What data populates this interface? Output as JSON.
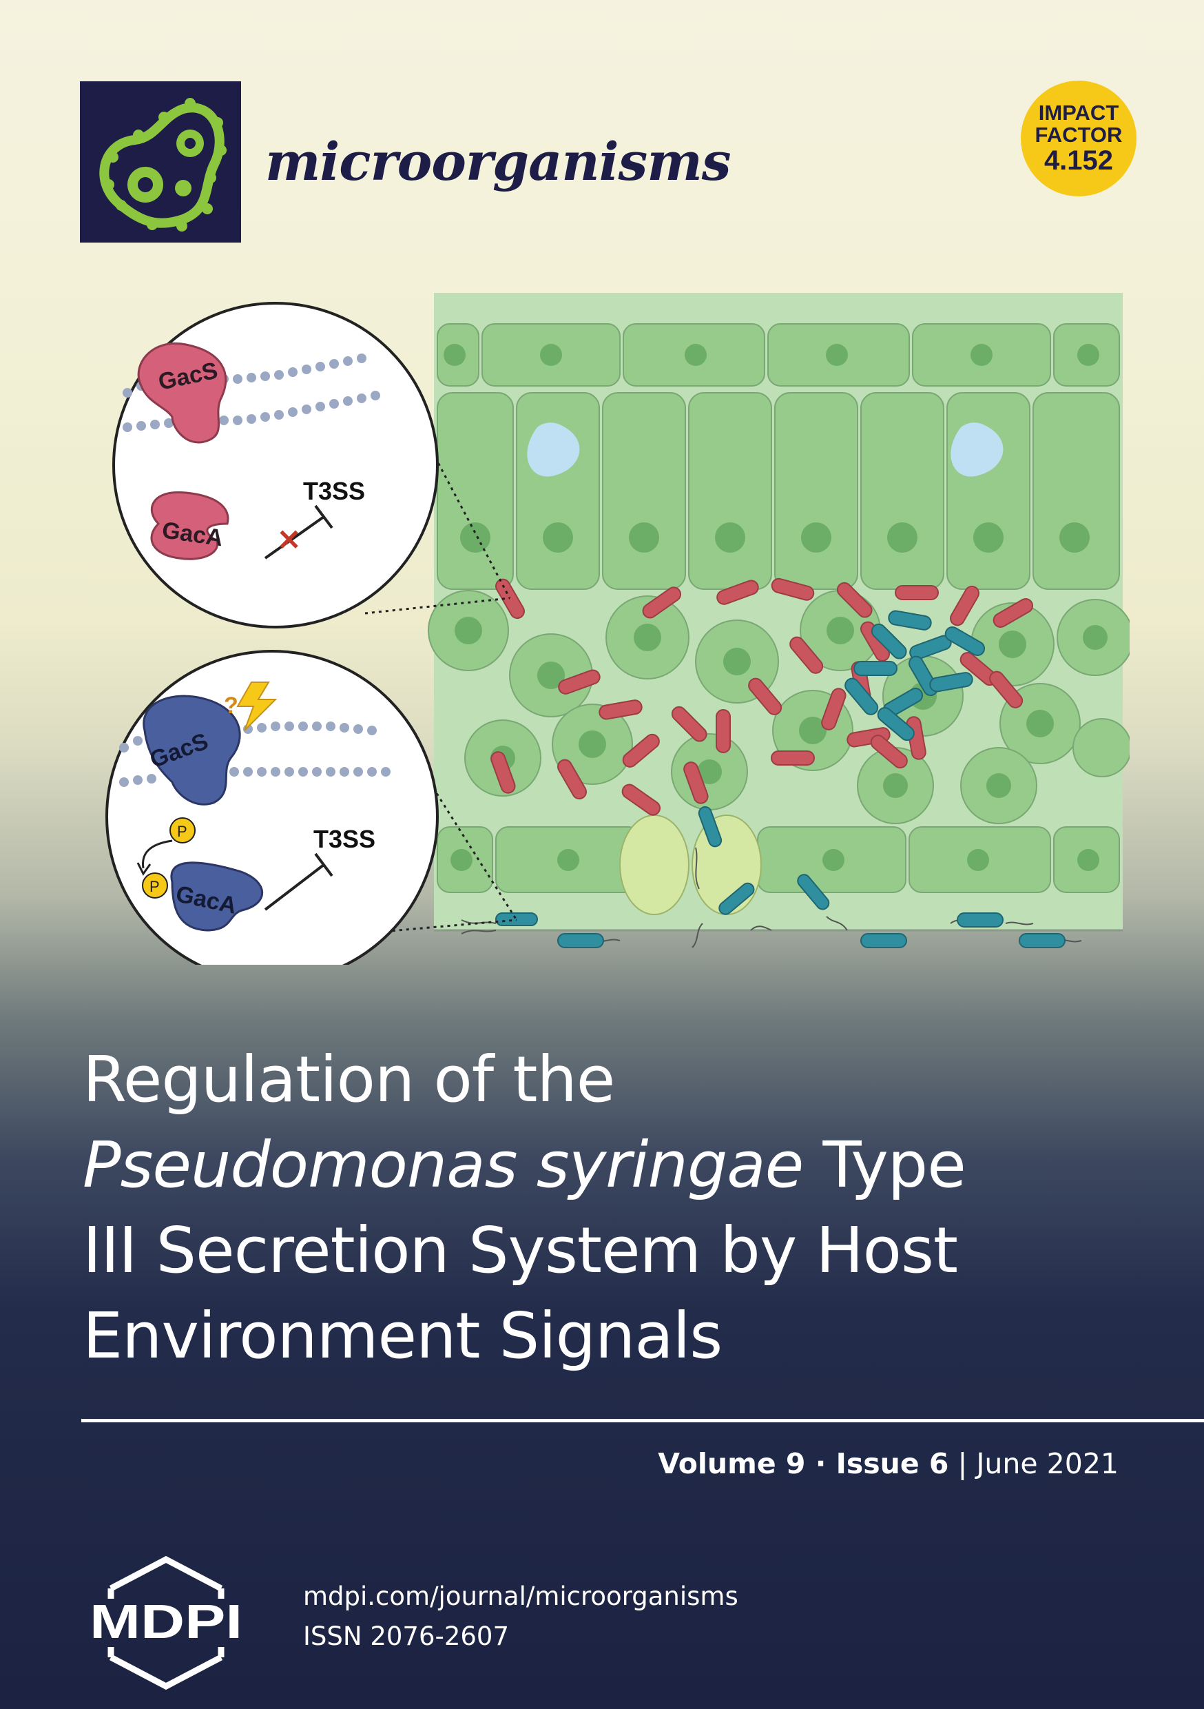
{
  "journal": {
    "name": "microorganisms"
  },
  "impact": {
    "line1": "IMPACT",
    "line2": "FACTOR",
    "value": "4.152"
  },
  "figure": {
    "top_label_gacs": "GacS",
    "top_label_gaca": "GacA",
    "top_label_t3ss": "T3SS",
    "bottom_label_gacs": "GacS",
    "bottom_label_gaca": "GacA",
    "bottom_label_t3ss": "T3SS",
    "phospho_label": "P",
    "question_mark": "?"
  },
  "title": {
    "line1": "Regulation of the",
    "line2_italic": "Pseudomonas syringae",
    "line2_rest": " Type",
    "line3": "III Secretion System by Host",
    "line4": "Environment Signals"
  },
  "issue": {
    "volume": "Volume 9",
    "sep1": " · ",
    "issue": "Issue 6",
    "sep2": " | ",
    "date": "June 2021"
  },
  "footer": {
    "publisher": "MDPI",
    "url": "mdpi.com/journal/microorganisms",
    "issn": "ISSN 2076-2607"
  },
  "colors": {
    "navy": "#1d1d47",
    "badge": "#f6c918",
    "cell_green": "#9ccf94",
    "bacteria_red": "#c9555e",
    "bacteria_teal": "#2f8f9e",
    "gacs_pink": "#d5607a",
    "gacs_blue": "#4a5f9e"
  }
}
